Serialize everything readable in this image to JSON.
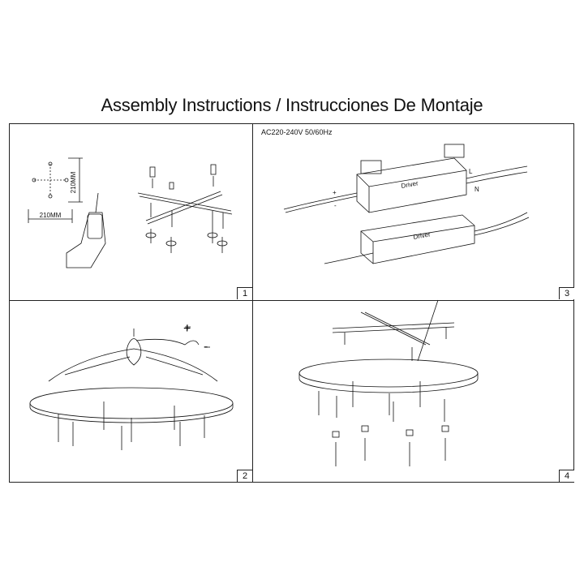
{
  "title": "Assembly Instructions / Instrucciones De Montaje",
  "panels": [
    {
      "number": "1",
      "dim_vertical": "210MM",
      "dim_horizontal": "210MM"
    },
    {
      "number": "2",
      "plus": "+",
      "minus": "-"
    },
    {
      "number": "3",
      "spec": "AC220-240V 50/60Hz",
      "driver_label": "Driver",
      "driver_label_2": "Driver",
      "L": "L",
      "N": "N",
      "plus": "+",
      "minus": "-"
    },
    {
      "number": "4"
    }
  ]
}
